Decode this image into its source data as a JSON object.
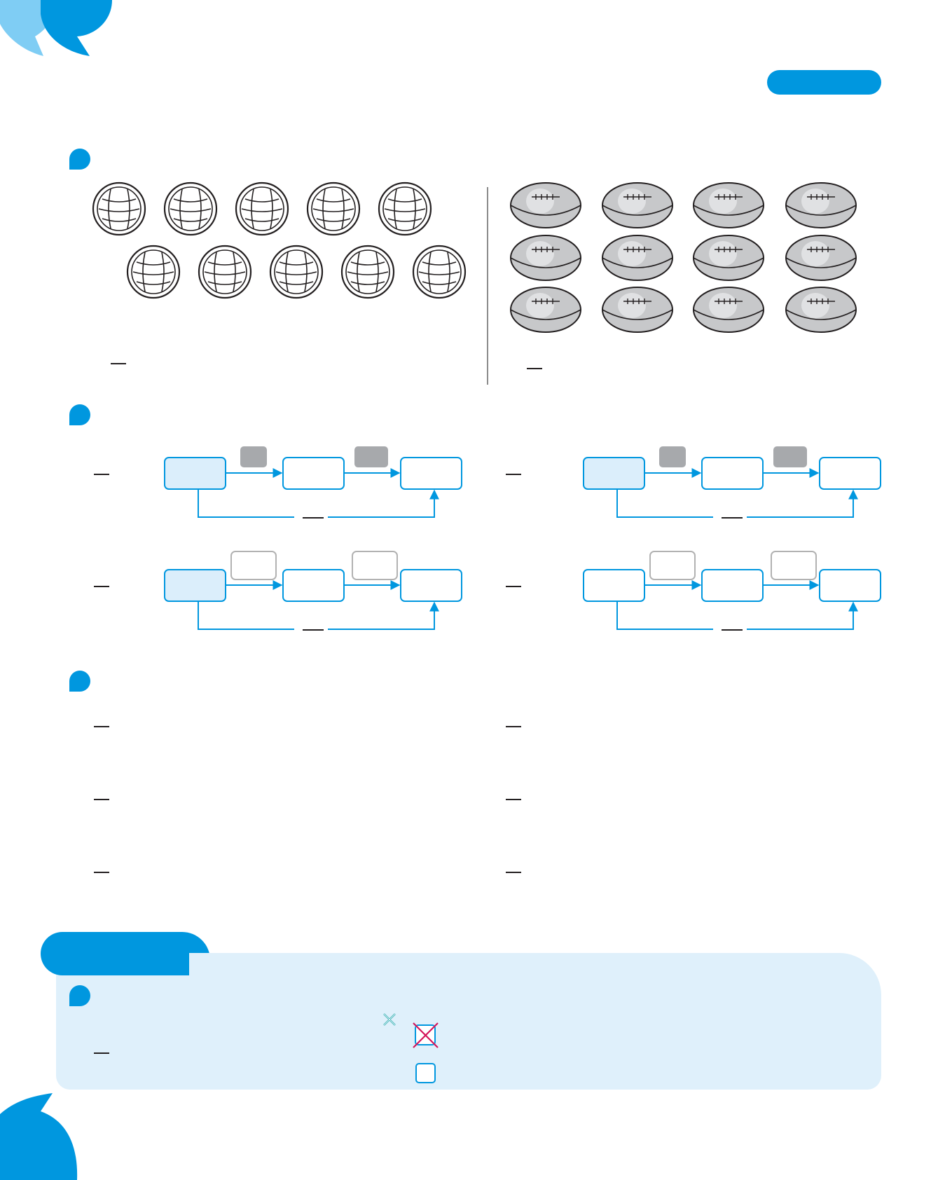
{
  "colors": {
    "accent": "#0097df",
    "accent_light": "#dff0fb",
    "box_fill_light": "#dbeefb",
    "op_box_filled": "#a7a9ac",
    "op_box_outline": "#b2b2b2",
    "cross_teal": "#38b1b5",
    "cross_magenta": "#d4145a"
  },
  "question_bullets": 4,
  "q1": {
    "left_group": {
      "icon": "volleyball-icon",
      "count": 10
    },
    "right_group": {
      "icon": "rugby-ball-icon",
      "count": 12
    }
  },
  "q2": {
    "flow_diagrams": [
      {
        "operation_boxes": "filled",
        "start_box": "highlighted"
      },
      {
        "operation_boxes": "filled",
        "start_box": "highlighted"
      },
      {
        "operation_boxes": "outlined",
        "start_box": "highlighted"
      },
      {
        "operation_boxes": "outlined",
        "start_box": "plain"
      }
    ]
  },
  "q3": {
    "answer_lines": 6
  },
  "try_it": {
    "icons": [
      "small-cross-icon",
      "crossed-box-icon",
      "empty-box-icon"
    ]
  }
}
